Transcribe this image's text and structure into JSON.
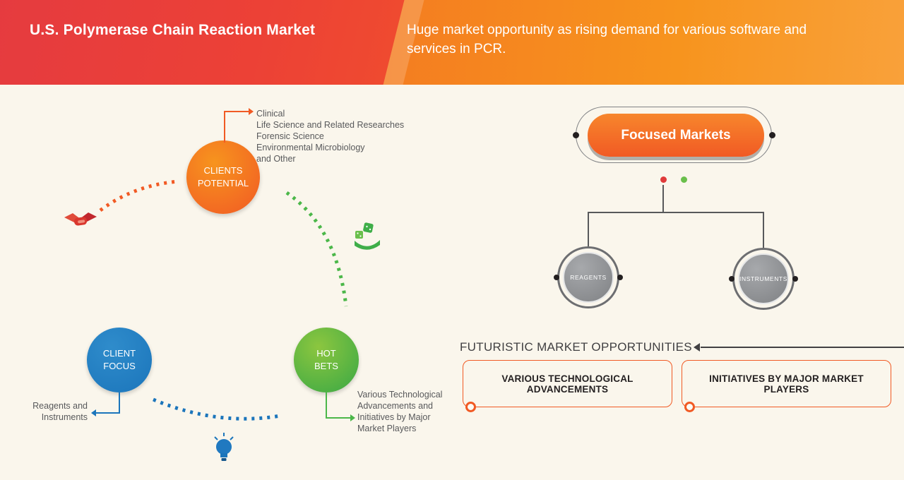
{
  "header": {
    "title": "U.S. Polymerase Chain Reaction Market",
    "subtitle": "Huge market opportunity as rising demand for various software and services in PCR."
  },
  "cycle": {
    "clients_potential": {
      "label": "CLIENTS POTENTIAL",
      "items": [
        "Clinical",
        "Life Science and Related Researches",
        "Forensic Science",
        "Environmental Microbiology",
        "and Other"
      ]
    },
    "client_focus": {
      "label": "CLIENT FOCUS",
      "note": "Reagents and Instruments"
    },
    "hot_bets": {
      "label": "HOT BETS",
      "note": "Various Technological Advancements and Initiatives by Major Market Players"
    }
  },
  "market_tree": {
    "root_label": "Focused Markets",
    "children": [
      {
        "label": "REAGENTS"
      },
      {
        "label": "INSTRUMENTS"
      }
    ]
  },
  "opportunities": {
    "heading": "FUTURISTIC MARKET OPPORTUNITIES",
    "boxes": [
      {
        "label": "VARIOUS TECHNOLOGICAL ADVANCEMENTS"
      },
      {
        "label": "INITIATIVES BY MAJOR MARKET PLAYERS"
      }
    ]
  },
  "colors": {
    "header_red": "#e8393f",
    "header_orange": "#f7941e",
    "accent_orange": "#f15a24",
    "accent_blue": "#1b75bb",
    "accent_green": "#4bb749",
    "node_gray": "#8a8c8e",
    "text_gray": "#58595b",
    "background": "#faf6ec"
  }
}
